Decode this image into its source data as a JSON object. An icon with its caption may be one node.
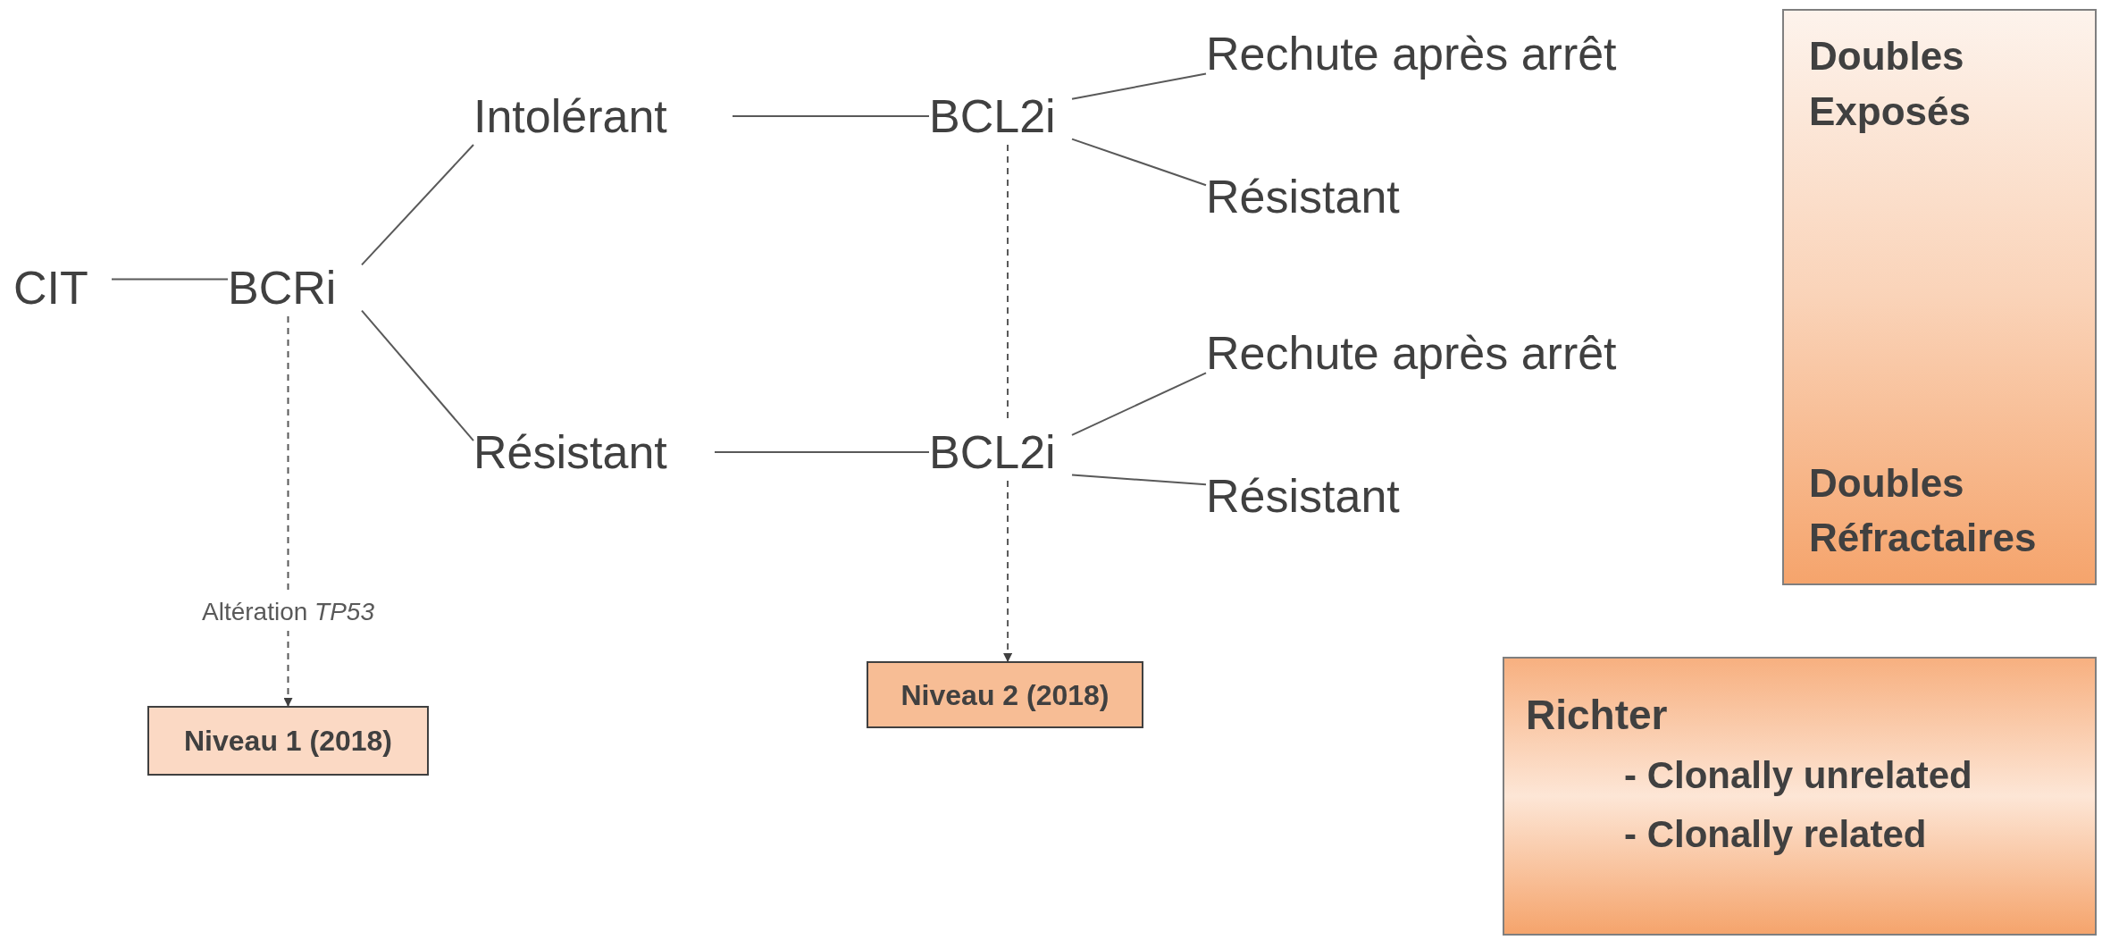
{
  "diagram": {
    "nodes": [
      {
        "text": [
          "CIT"
        ]
      },
      {
        "text": [
          "BCRi"
        ]
      },
      {
        "text": [
          "Intolérant"
        ]
      },
      {
        "text": [
          "Résistant"
        ]
      },
      {
        "text": [
          "BCL2i"
        ]
      },
      {
        "text": [
          "BCL2i"
        ]
      },
      {
        "text": [
          "Rechute après arrêt"
        ]
      },
      {
        "text": [
          "Résistant"
        ]
      },
      {
        "text": [
          "Rechute après arrêt"
        ]
      },
      {
        "text": [
          "Résistant"
        ]
      },
      {
        "text": [
          "Niveau 1 (2018)"
        ]
      },
      {
        "text": [
          "Niveau 2 (2018)"
        ]
      },
      {
        "text": [
          "Doubles Exposés",
          "Doubles Réfractaires"
        ]
      },
      {
        "text": [
          "Richter",
          "- Clonally unrelated",
          "- Clonally related"
        ]
      }
    ],
    "edges": [
      {
        "from": 0,
        "to": 1,
        "arrow": "none"
      },
      {
        "from": 1,
        "to": 2,
        "arrow": "none"
      },
      {
        "from": 1,
        "to": 3,
        "arrow": "none"
      },
      {
        "from": 2,
        "to": 4,
        "arrow": "none"
      },
      {
        "from": 3,
        "to": 5,
        "arrow": "none"
      },
      {
        "from": 4,
        "to": 6,
        "arrow": "none"
      },
      {
        "from": 4,
        "to": 7,
        "arrow": "none"
      },
      {
        "from": 4,
        "to": 5,
        "arrow": "none",
        "style": "dashed"
      },
      {
        "from": 5,
        "to": 8,
        "arrow": "none"
      },
      {
        "from": 5,
        "to": 9,
        "arrow": "none"
      },
      {
        "from": 1,
        "to": 10,
        "arrow": "to",
        "style": "dashed",
        "label": "Altération *TP53*"
      },
      {
        "from": 5,
        "to": 11,
        "arrow": "to",
        "style": "dashed"
      }
    ]
  }
}
